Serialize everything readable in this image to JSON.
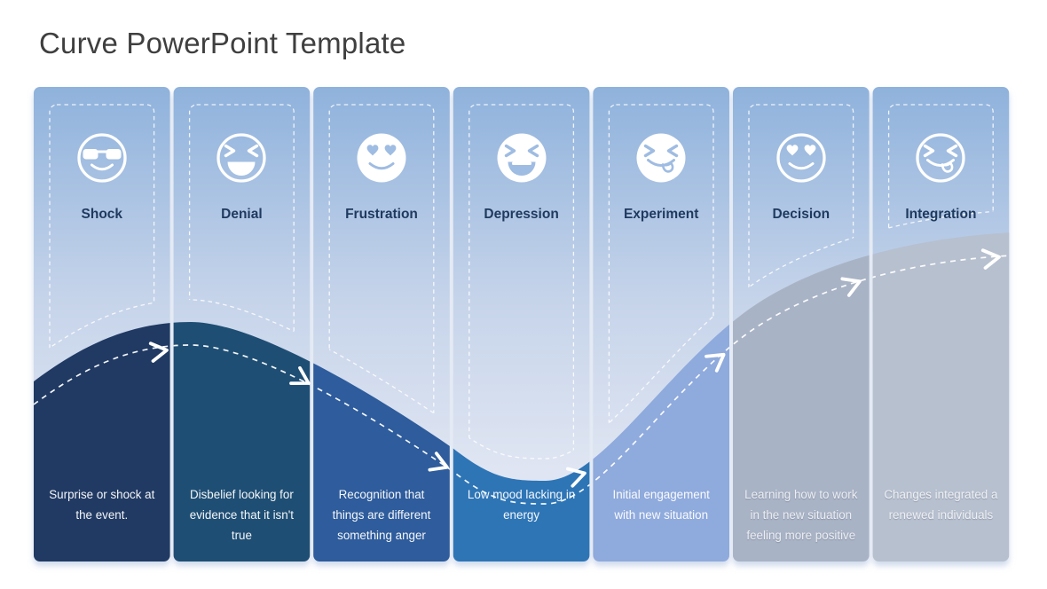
{
  "page_title": "Curve PowerPoint Template",
  "stages": [
    {
      "label": "Shock",
      "description": "Surprise or shock at the event.",
      "icon": "sunglasses-face-outline",
      "curve_color": "#203A63"
    },
    {
      "label": "Denial",
      "description": "Disbelief looking for evidence that it isn't true",
      "icon": "laughing-face-outline",
      "curve_color": "#1F4E74"
    },
    {
      "label": "Frustration",
      "description": "Recognition that things are different something anger",
      "icon": "heart-eyes-face-filled",
      "curve_color": "#2E5C9C"
    },
    {
      "label": "Depression",
      "description": "Low mood lacking in energy",
      "icon": "laughing-face-filled",
      "curve_color": "#2E75B6"
    },
    {
      "label": "Experiment",
      "description": "Initial engagement with new situation",
      "icon": "tongue-out-face-filled",
      "curve_color": "#8FAADC"
    },
    {
      "label": "Decision",
      "description": "Learning how to work in the new situation feeling more positive",
      "icon": "heart-eyes-face-outline",
      "curve_color": "#A9B3C6"
    },
    {
      "label": "Integration",
      "description": "Changes integrated a renewed individuals",
      "icon": "tongue-out-face-outline",
      "curve_color": "#B7C0CF"
    }
  ],
  "colors": {
    "background": "#FFFFFF",
    "main_title_text": "#3F3F3F",
    "stage_title_text": "#1F3A5F",
    "description_text": "#FFFFFF",
    "card_gradient_top": "#8FB2DC",
    "card_gradient_mid": "#C6D4EA",
    "card_gradient_bottom": "#DFE5F2",
    "dashed_line": "#FFFFFF",
    "icon_feature_on_filled": "#9FBCE2",
    "card_shadow": "#BCCBE4"
  }
}
